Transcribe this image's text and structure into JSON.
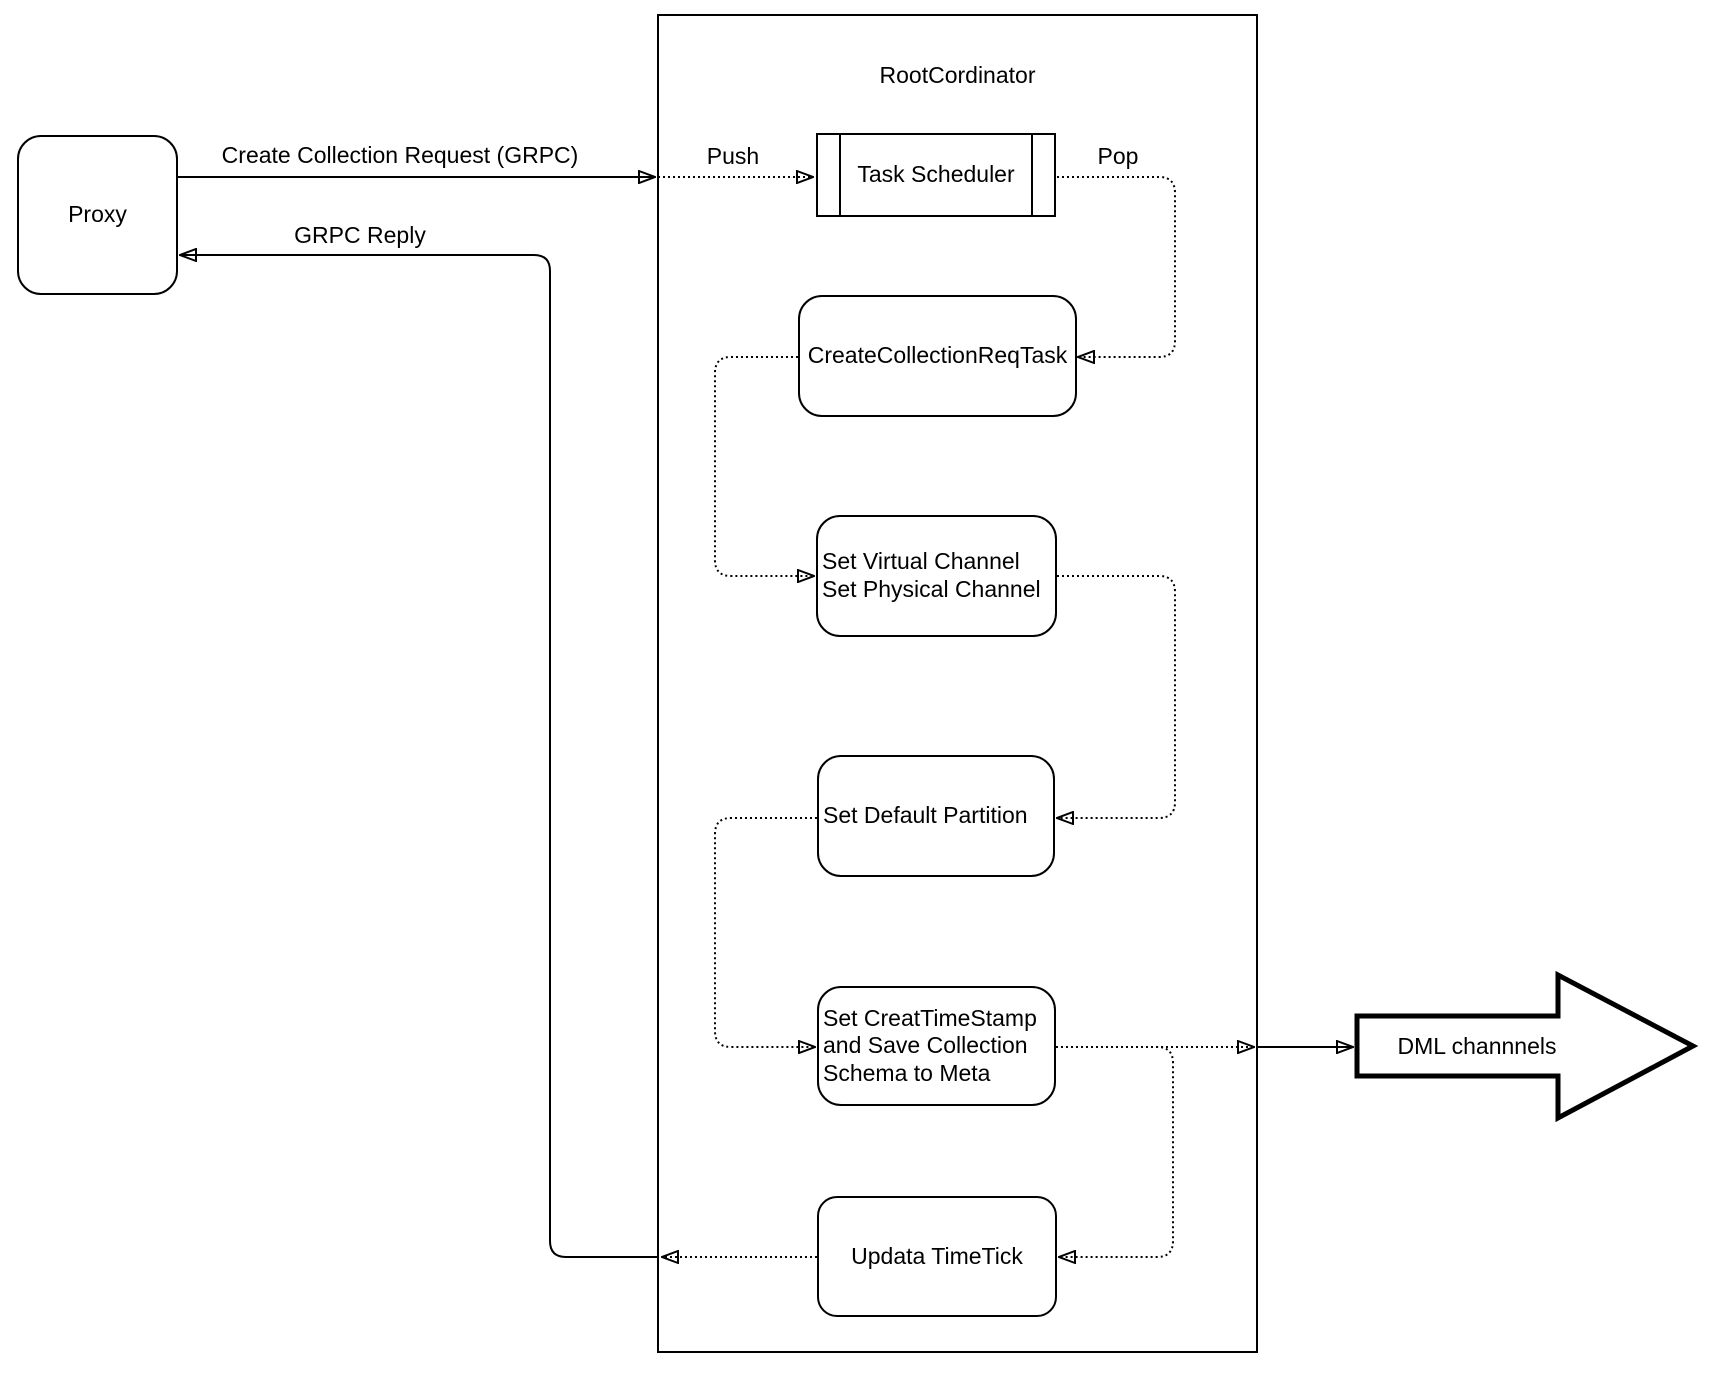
{
  "diagram": {
    "nodes": {
      "proxy": {
        "label": "Proxy"
      },
      "root_coordinator": {
        "label": "RootCordinator"
      },
      "task_scheduler": {
        "label": "Task Scheduler"
      },
      "create_collection_req_task": {
        "label": "CreateCollectionReqTask"
      },
      "set_channels": {
        "label": "Set Virtual Channel\nSet Physical Channel"
      },
      "set_default_partition": {
        "label": "Set Default Partition"
      },
      "set_create_timestamp": {
        "label": "Set CreatTimeStamp\nand Save Collection\nSchema to Meta"
      },
      "update_timetick": {
        "label": "Updata TimeTick"
      },
      "dml_channels": {
        "label": "DML channnels"
      }
    },
    "edge_labels": {
      "create_collection_request": "Create Collection Request (GRPC)",
      "grpc_reply": "GRPC Reply",
      "push": "Push",
      "pop": "Pop"
    },
    "colors": {
      "stroke": "#000000",
      "background": "#ffffff"
    }
  }
}
